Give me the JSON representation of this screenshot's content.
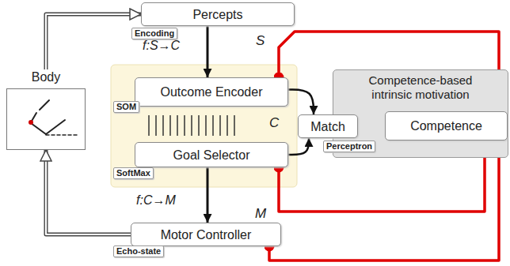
{
  "diagram": {
    "nodes": [
      {
        "text": [
          "Percepts"
        ]
      },
      {
        "text": [
          "Body"
        ]
      },
      {
        "text": [
          "Outcome Encoder"
        ]
      },
      {
        "text": [
          "Goal Selector"
        ]
      },
      {
        "text": [
          "Competence-based intrinsic motivation"
        ]
      },
      {
        "text": [
          "Match"
        ]
      },
      {
        "text": [
          "Competence"
        ],
        "in": 4
      },
      {
        "text": [
          "Motor Controller"
        ]
      }
    ],
    "edges": [
      {
        "from": 1,
        "to": 0,
        "arrow": "to"
      },
      {
        "from": 0,
        "to": 2,
        "arrow": "to"
      },
      {
        "from": 2,
        "to": 5,
        "arrow": "to"
      },
      {
        "from": 3,
        "to": 5,
        "arrow": "to"
      },
      {
        "from": 3,
        "to": 7,
        "arrow": "to"
      },
      {
        "from": 7,
        "to": 1,
        "arrow": "to"
      },
      {
        "from": 4,
        "to": 2,
        "arrow": "to"
      },
      {
        "from": 4,
        "to": 3,
        "arrow": "to"
      },
      {
        "from": 4,
        "to": 7,
        "arrow": "to"
      }
    ],
    "labels": [
      "Encoding",
      "f:S→C",
      "S",
      "SOM",
      "C",
      "SoftMax",
      "Perceptron",
      "f:C→M",
      "M",
      "Echo-state"
    ]
  }
}
